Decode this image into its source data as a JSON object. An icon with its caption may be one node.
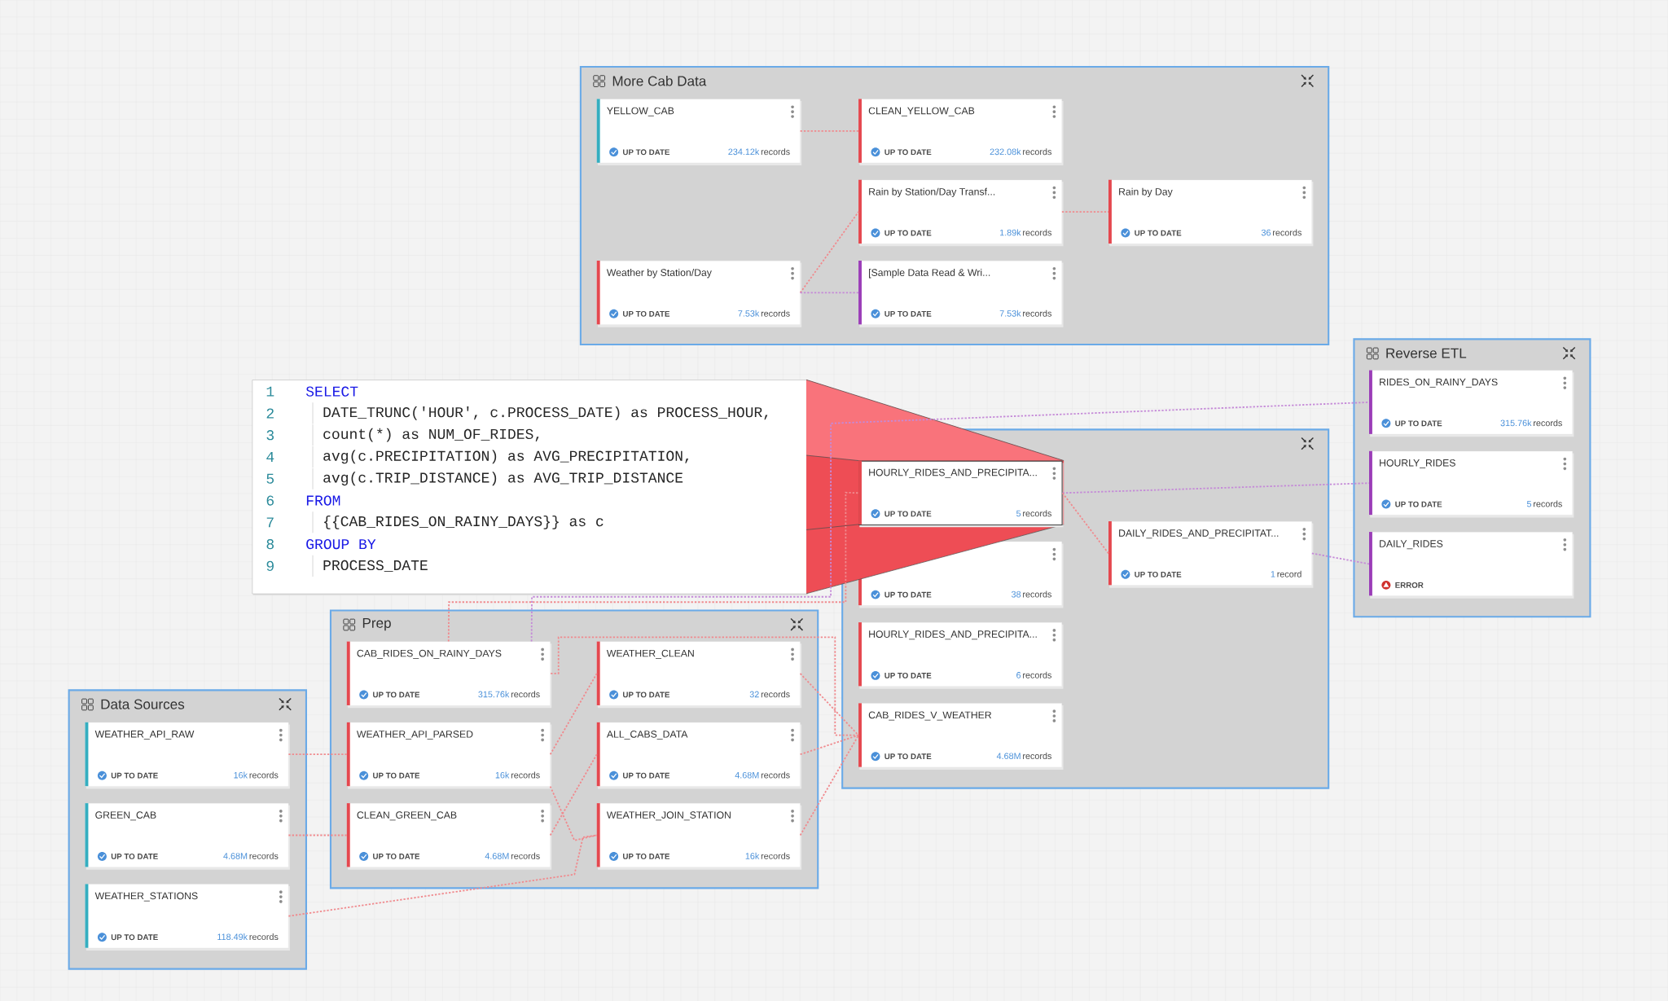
{
  "diagram": {
    "nodes": [
      {
        "text": [
          "More Cab Data"
        ]
      },
      {
        "text": [
          "YELLOW_CAB",
          "UP TO DATE",
          "234.12k",
          "records"
        ],
        "in": 0
      },
      {
        "text": [
          "CLEAN_YELLOW_CAB",
          "UP TO DATE",
          "232.08k",
          "records"
        ],
        "in": 0
      },
      {
        "text": [
          "Rain by Station/Day Transf...",
          "UP TO DATE",
          "1.89k",
          "records"
        ],
        "in": 0
      },
      {
        "text": [
          "Rain by Day",
          "UP TO DATE",
          "36",
          "records"
        ],
        "in": 0
      },
      {
        "text": [
          "Weather by Station/Day",
          "UP TO DATE",
          "7.53k",
          "records"
        ],
        "in": 0
      },
      {
        "text": [
          "[Sample Data Read & Wri...",
          "UP TO DATE",
          "7.53k",
          "records"
        ],
        "in": 0
      },
      {
        "text": [
          "Reverse ETL"
        ]
      },
      {
        "text": [
          "RIDES_ON_RAINY_DAYS",
          "UP TO DATE",
          "315.76k",
          "records"
        ],
        "in": 7
      },
      {
        "text": [
          "HOURLY_RIDES",
          "UP TO DATE",
          "5",
          "records"
        ],
        "in": 7
      },
      {
        "text": [
          "DAILY_RIDES",
          "ERROR"
        ],
        "in": 7
      },
      {
        "text": [
          "SELECT",
          "DATE_TRUNC('HOUR', c.PROCESS_DATE) as PROCESS_HOUR,",
          "count(*) as NUM_OF_RIDES,",
          "avg(c.PRECIPITATION) as AVG_PRECIPITATION,",
          "avg(c.TRIP_DISTANCE) as AVG_TRIP_DISTANCE",
          "FROM",
          "{{CAB_RIDES_ON_RAINY_DAYS}} as c",
          "GROUP BY",
          "PROCESS_DATE"
        ]
      },
      {
        "text": [],
        "shape": "box"
      },
      {
        "text": [
          "HOURLY_RIDES_AND_PRECIPITA...",
          "UP TO DATE",
          "5",
          "records"
        ],
        "in": 12
      },
      {
        "text": [
          "UP TO DATE",
          "38",
          "records"
        ],
        "in": 12
      },
      {
        "text": [
          "HOURLY_RIDES_AND_PRECIPITA...",
          "UP TO DATE",
          "6",
          "records"
        ],
        "in": 12
      },
      {
        "text": [
          "CAB_RIDES_V_WEATHER",
          "UP TO DATE",
          "4.68M",
          "records"
        ],
        "in": 12
      },
      {
        "text": [
          "DAILY_RIDES_AND_PRECIPITAT...",
          "UP TO DATE",
          "1",
          "record"
        ],
        "in": 12
      },
      {
        "text": [
          "Prep"
        ]
      },
      {
        "text": [
          "CAB_RIDES_ON_RAINY_DAYS",
          "UP TO DATE",
          "315.76k",
          "records"
        ],
        "in": 18
      },
      {
        "text": [
          "WEATHER_CLEAN",
          "UP TO DATE",
          "32",
          "records"
        ],
        "in": 18
      },
      {
        "text": [
          "WEATHER_API_PARSED",
          "UP TO DATE",
          "16k",
          "records"
        ],
        "in": 18
      },
      {
        "text": [
          "ALL_CABS_DATA",
          "UP TO DATE",
          "4.68M",
          "records"
        ],
        "in": 18
      },
      {
        "text": [
          "CLEAN_GREEN_CAB",
          "UP TO DATE",
          "4.68M",
          "records"
        ],
        "in": 18
      },
      {
        "text": [
          "WEATHER_JOIN_STATION",
          "UP TO DATE",
          "16k",
          "records"
        ],
        "in": 18
      },
      {
        "text": [
          "Data Sources"
        ]
      },
      {
        "text": [
          "WEATHER_API_RAW",
          "UP TO DATE",
          "16k",
          "records"
        ],
        "in": 25
      },
      {
        "text": [
          "GREEN_CAB",
          "UP TO DATE",
          "4.68M",
          "records"
        ],
        "in": 25
      },
      {
        "text": [
          "WEATHER_STATIONS",
          "UP TO DATE",
          "118.49k",
          "records"
        ],
        "in": 25
      }
    ],
    "edges": [
      {
        "from": 1,
        "to": 2,
        "arrow": "none"
      },
      {
        "from": 3,
        "to": 4,
        "arrow": "none"
      },
      {
        "from": 5,
        "to": 3,
        "arrow": "none"
      },
      {
        "from": 5,
        "to": 6,
        "arrow": "none",
        "color": "#c58ad8"
      },
      {
        "from": 26,
        "to": 21,
        "arrow": "none"
      },
      {
        "from": 27,
        "to": 23,
        "arrow": "none"
      },
      {
        "from": 28,
        "to": 24,
        "arrow": "none"
      },
      {
        "from": 21,
        "to": 20,
        "arrow": "none"
      },
      {
        "from": 23,
        "to": 22,
        "arrow": "none"
      },
      {
        "from": 21,
        "to": 24,
        "arrow": "none"
      },
      {
        "from": 20,
        "to": 16,
        "arrow": "none"
      },
      {
        "from": 22,
        "to": 16,
        "arrow": "none"
      },
      {
        "from": 24,
        "to": 16,
        "arrow": "none"
      },
      {
        "from": 16,
        "to": 19,
        "arrow": "none"
      },
      {
        "from": 19,
        "to": 13,
        "arrow": "none"
      },
      {
        "from": 19,
        "to": 8,
        "arrow": "none",
        "color": "#c58ad8"
      },
      {
        "from": 13,
        "to": 9,
        "arrow": "none",
        "color": "#c58ad8"
      },
      {
        "from": 13,
        "to": 17,
        "arrow": "none"
      },
      {
        "from": 17,
        "to": 10,
        "arrow": "none",
        "color": "#c58ad8"
      }
    ],
    "labels": [
      "1",
      "2",
      "3",
      "4",
      "5",
      "6",
      "7",
      "8",
      "9"
    ]
  }
}
